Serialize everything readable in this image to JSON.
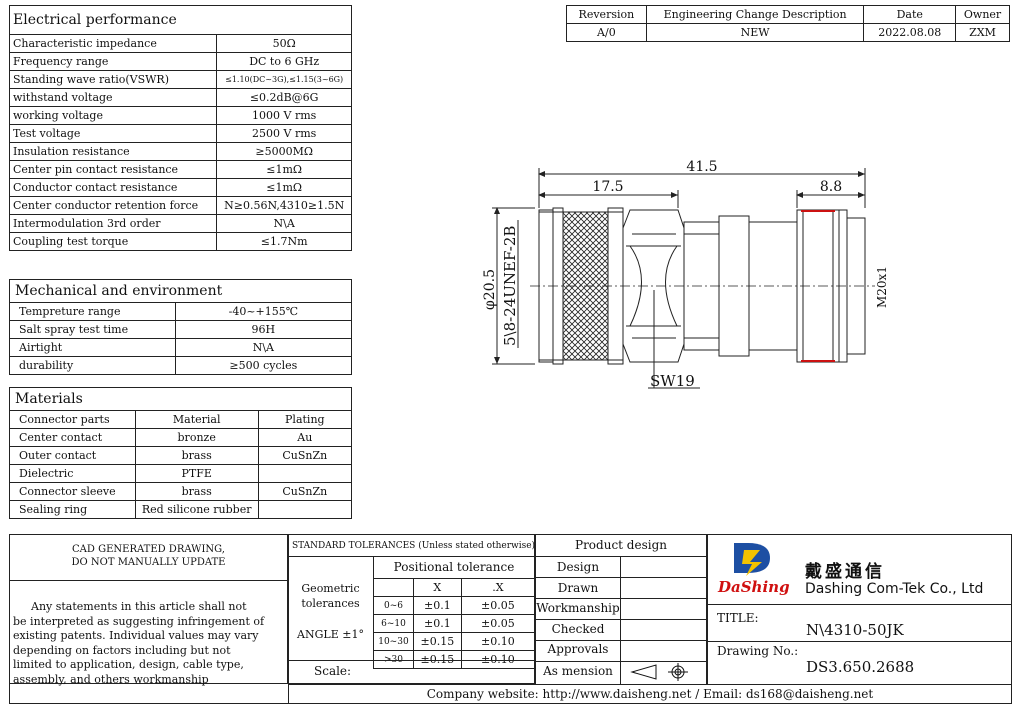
{
  "electrical": {
    "title": "Electrical performance",
    "rows": [
      [
        "Characteristic impedance",
        "50Ω"
      ],
      [
        "Frequency range",
        "DC to 6 GHz"
      ],
      [
        "Standing wave ratio(VSWR)",
        "≤1.10(DC~3G),≤1.15(3~6G)"
      ],
      [
        "withstand voltage",
        "≤0.2dB@6G"
      ],
      [
        "working voltage",
        "1000 V rms"
      ],
      [
        "Test voltage",
        "2500 V rms"
      ],
      [
        "Insulation resistance",
        "≥5000MΩ"
      ],
      [
        "Center pin contact resistance",
        "≤1mΩ"
      ],
      [
        "Conductor contact resistance",
        "≤1mΩ"
      ],
      [
        "Center conductor retention force",
        "N≥0.56N,4310≥1.5N"
      ],
      [
        "Intermodulation 3rd order",
        "N\\A"
      ],
      [
        "Coupling test torque",
        "≤1.7Nm"
      ]
    ]
  },
  "mechanical": {
    "title": "Mechanical and environment",
    "rows": [
      [
        "Tempreture range",
        "-40~+155℃"
      ],
      [
        "Salt spray test time",
        "96H"
      ],
      [
        "Airtight",
        "N\\A"
      ],
      [
        "durability",
        "≥500 cycles"
      ]
    ]
  },
  "materials": {
    "title": "Materials",
    "headers": [
      "Connector parts",
      "Material",
      "Plating"
    ],
    "rows": [
      [
        "Center contact",
        "bronze",
        "Au"
      ],
      [
        "Outer contact",
        "brass",
        "CuSnZn"
      ],
      [
        "Dielectric",
        "PTFE",
        ""
      ],
      [
        "Connector sleeve",
        "brass",
        "CuSnZn"
      ],
      [
        "Sealing ring",
        "Red silicone rubber",
        ""
      ]
    ]
  },
  "revision": {
    "headers": [
      "Reversion",
      "Engineering Change Description",
      "Date",
      "Owner"
    ],
    "row": [
      "A/0",
      "NEW",
      "2022.08.08",
      "ZXM"
    ]
  },
  "drawing": {
    "dim_total": "41.5",
    "dim_left": "17.5",
    "dim_right": "8.8",
    "dim_dia": "φ20.5",
    "thread_left": "5\\8-24UNEF-2B",
    "thread_right": "M20x1",
    "wrench": "SW19"
  },
  "title_block": {
    "cad_line1": "CAD GENERATED DRAWING,",
    "cad_line2": "DO NOT MANUALLY UPDATE",
    "disclaimer": [
      "Any statements in this article shall  not",
      "be interpreted as suggesting infringement of",
      "existing patents. Individual values may vary",
      "depending on factors including but not",
      "limited to application, design, cable type,",
      "assembly, and others workmanship"
    ],
    "std_tol": "STANDARD TOLERANCES",
    "std_tol_note": "(Unless stated otherwise)",
    "positional_tolerance": "Positional tolerance",
    "geometric": "Geometric",
    "tolerances": "tolerances",
    "angle": "ANGLE ±1°",
    "col_x": "X",
    "col_dx": ".X",
    "tol_rows": [
      [
        "0~6",
        "±0.1",
        "±0.05"
      ],
      [
        "6~10",
        "±0.1",
        "±0.05"
      ],
      [
        "10~30",
        "±0.15",
        "±0.10"
      ],
      [
        ">30",
        "±0.15",
        "±0.10"
      ]
    ],
    "scale": "Scale:",
    "product_design": "Product design",
    "roles": [
      "Design",
      "Drawn",
      "Workmanship",
      "Checked",
      "Approvals",
      "As mension"
    ],
    "company_cn": "戴盛通信",
    "company_en": "Dashing Com-Tek Co., Ltd",
    "logo_text": "DaShing",
    "title_label": "TITLE:",
    "title_value": "N\\4310-50JK",
    "drawing_no_label": "Drawing No.:",
    "drawing_no_value": "DS3.650.2688",
    "footer": "Company website: http://www.daisheng.net / Email:  ds168@daisheng.net"
  }
}
